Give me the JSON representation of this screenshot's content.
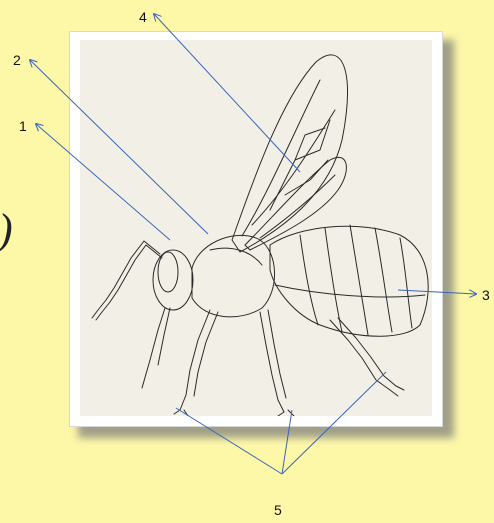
{
  "figure": {
    "stray_text": ")",
    "labels": {
      "l1": "1",
      "l2": "2",
      "l3": "3",
      "l4": "4",
      "l5": "5"
    }
  },
  "colors": {
    "background": "#fdf7a8",
    "arrow": "#3a64b8",
    "ink": "#2a2a2a",
    "paper": "#f2f0e6"
  }
}
